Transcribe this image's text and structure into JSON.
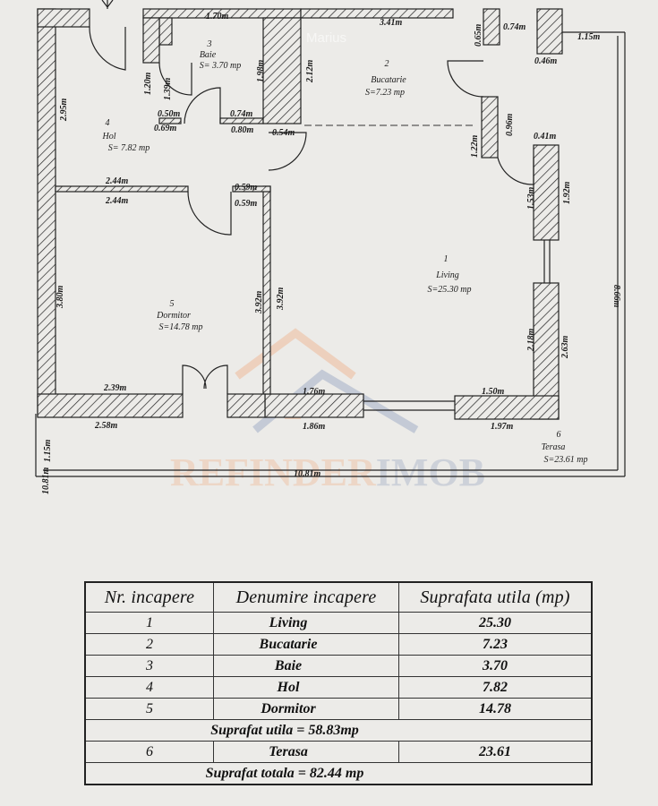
{
  "plan": {
    "watermark_brand": {
      "part1": "REFINDER",
      "part2": "IMOB"
    },
    "watermark_user": "Marius",
    "rooms": [
      {
        "number": "1",
        "name": "Living",
        "area": "S=25.30 mp"
      },
      {
        "number": "2",
        "name": "Bucatarie",
        "area": "S=7.23 mp"
      },
      {
        "number": "3",
        "name": "Baie",
        "area": "S= 3.70 mp"
      },
      {
        "number": "4",
        "name": "Hol",
        "area": "S= 7.82 mp"
      },
      {
        "number": "5",
        "name": "Dormitor",
        "area": "S=14.78 mp"
      },
      {
        "number": "6",
        "name": "Terasa",
        "area": "S=23.61 mp"
      }
    ],
    "dimensions": [
      "1.70m",
      "3.41m",
      "0.74m",
      "1.15m",
      "0.46m",
      "0.65m",
      "1.20m",
      "1.39m",
      "1.98m",
      "2.12m",
      "2.95m",
      "0.50m",
      "0.69m",
      "0.74m",
      "0.80m",
      "0.54m",
      "0.96m",
      "1.22m",
      "0.41m",
      "1.53m",
      "1.92m",
      "2.44m",
      "2.44m",
      "0.59m",
      "0.59m",
      "3.80m",
      "3.92m",
      "3.92m",
      "8.66m",
      "2.18m",
      "2.63m",
      "2.39m",
      "2.58m",
      "1.76m",
      "1.86m",
      "1.50m",
      "1.97m",
      "1.15m",
      "10.81m"
    ]
  },
  "table": {
    "headers": [
      "Nr. incapere",
      "Denumire incapere",
      "Suprafata utila (mp)"
    ],
    "rows": [
      {
        "nr": "1",
        "name": "Living",
        "area": "25.30"
      },
      {
        "nr": "2",
        "name": "Bucatarie",
        "area": "7.23"
      },
      {
        "nr": "3",
        "name": "Baie",
        "area": "3.70"
      },
      {
        "nr": "4",
        "name": "Hol",
        "area": "7.82"
      },
      {
        "nr": "5",
        "name": "Dormitor",
        "area": "14.78"
      }
    ],
    "subtotal": "Suprafat utila = 58.83mp",
    "terrace": {
      "nr": "6",
      "name": "Terasa",
      "area": "23.61"
    },
    "total": "Suprafat totala = 82.44 mp"
  },
  "colors": {
    "wall_hatch": "#222222",
    "watermark_orange": "#f0a070",
    "watermark_blue": "#7c8fb5"
  }
}
